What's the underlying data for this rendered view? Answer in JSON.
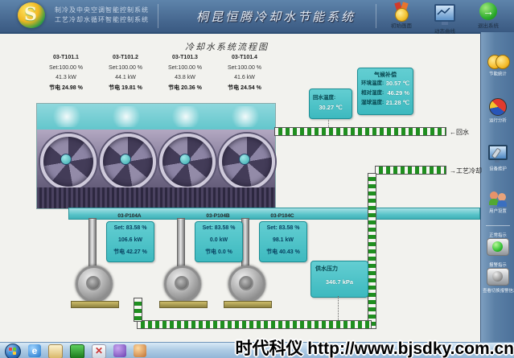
{
  "header": {
    "subtitle_line1": "制冷及中央空调智能控制系统",
    "subtitle_line2": "工艺冷却水循环智能控制系统",
    "title": "桐昆恒腾冷却水节能系统",
    "buttons": [
      {
        "icon": "medal-icon",
        "label": "初始画面"
      },
      {
        "icon": "curve-screen-icon",
        "label": "动态曲线"
      },
      {
        "icon": "exit-arrow-icon",
        "label": "退出系统"
      }
    ]
  },
  "sidebar": {
    "items": [
      {
        "icon": "coins-icon",
        "label": "节能统计"
      },
      {
        "icon": "pie-chart-icon",
        "label": "运行分析"
      },
      {
        "icon": "maintenance-screen-icon",
        "label": "设备维护"
      },
      {
        "icon": "users-icon",
        "label": "用户设置"
      }
    ],
    "normal_label": "正常指示",
    "alarm_label": "报警指示",
    "footer": "查看切换报警信息"
  },
  "diagram": {
    "title": "冷却水系统流程图",
    "towers": [
      {
        "name": "03-T101.1",
        "set": "Set:100.00 %",
        "power": "41.3  kW",
        "save": "节电 24.98 %"
      },
      {
        "name": "03-T101.2",
        "set": "Set:100.00 %",
        "power": "44.1  kW",
        "save": "节电 19.81 %"
      },
      {
        "name": "03-T101.3",
        "set": "Set:100.00 %",
        "power": "43.8  kW",
        "save": "节电 20.36 %"
      },
      {
        "name": "03-T101.4",
        "set": "Set:100.00 %",
        "power": "41.6  kW",
        "save": "节电 24.54 %"
      }
    ],
    "pumps": [
      {
        "name": "03-P104A",
        "set": "Set: 83.58 %",
        "power": "106.6  kW",
        "save": "节电 42.27 %"
      },
      {
        "name": "03-P104B",
        "set": "Set: 83.58 %",
        "power": "0.0  kW",
        "save": "节电 0.0 %"
      },
      {
        "name": "03-P104C",
        "set": "Set: 83.58 %",
        "power": "98.1  kW",
        "save": "节电 40.43 %"
      }
    ],
    "return_temp": {
      "label": "回水温度:",
      "value": "30.27 ℃"
    },
    "climate": {
      "title": "气候补偿",
      "rows": [
        {
          "label": "环境温度:",
          "value": "30.57 ℃"
        },
        {
          "label": "相对湿度:",
          "value": "46.29 %"
        },
        {
          "label": "湿球温度:",
          "value": "21.28 ℃"
        }
      ]
    },
    "supply_pressure": {
      "label": "供水压力",
      "value": "346.7 kPa"
    },
    "pipe_labels": {
      "return": "←回水",
      "process": "→工艺冷却"
    }
  },
  "watermark": "时代科仪 http://www.bjsdky.com.cn",
  "colors": {
    "accent_teal": "#3db9bf",
    "header_blue": "#44658d",
    "pipe_green": "#1f8f1f",
    "alarm_normal": "#35c135"
  }
}
